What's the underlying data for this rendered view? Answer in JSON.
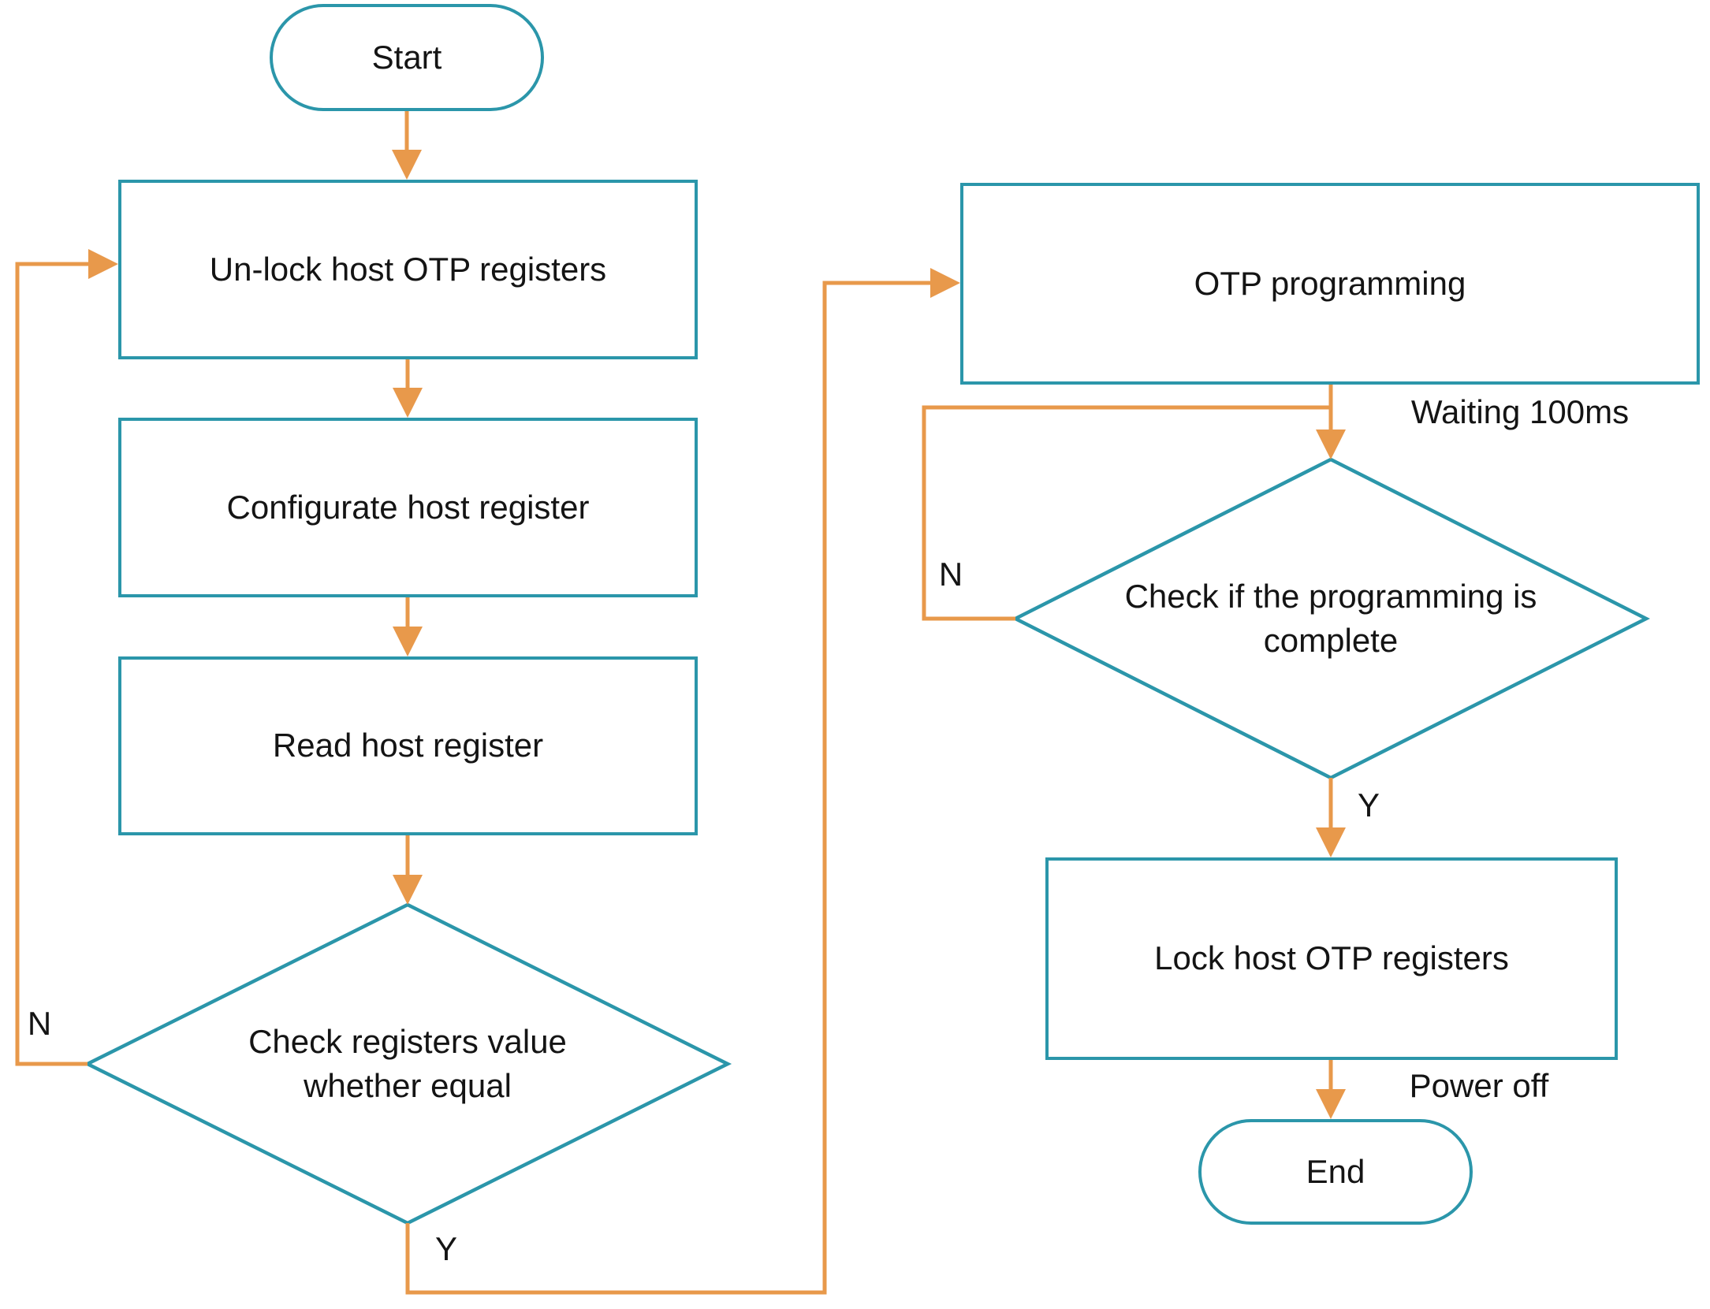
{
  "flowchart": {
    "colors": {
      "shape_stroke": "#2B96AA",
      "arrow": "#E8994B",
      "text": "#141414",
      "background": "#FFFFFF"
    },
    "nodes": {
      "start": {
        "label": "Start"
      },
      "unlock": {
        "label": "Un-lock host OTP registers"
      },
      "configurate": {
        "label": "Configurate host register"
      },
      "read": {
        "label": "Read host register"
      },
      "check_registers": {
        "line1": "Check registers value",
        "line2": "whether equal"
      },
      "otp_programming": {
        "label": "OTP programming"
      },
      "check_complete": {
        "line1": "Check if the programming is",
        "line2": "complete"
      },
      "lock": {
        "label": "Lock host OTP registers"
      },
      "end": {
        "label": "End"
      }
    },
    "labels": {
      "n_left": "N",
      "y_left": "Y",
      "n_right": "N",
      "y_right": "Y",
      "waiting": "Waiting 100ms",
      "power_off": "Power off"
    }
  }
}
